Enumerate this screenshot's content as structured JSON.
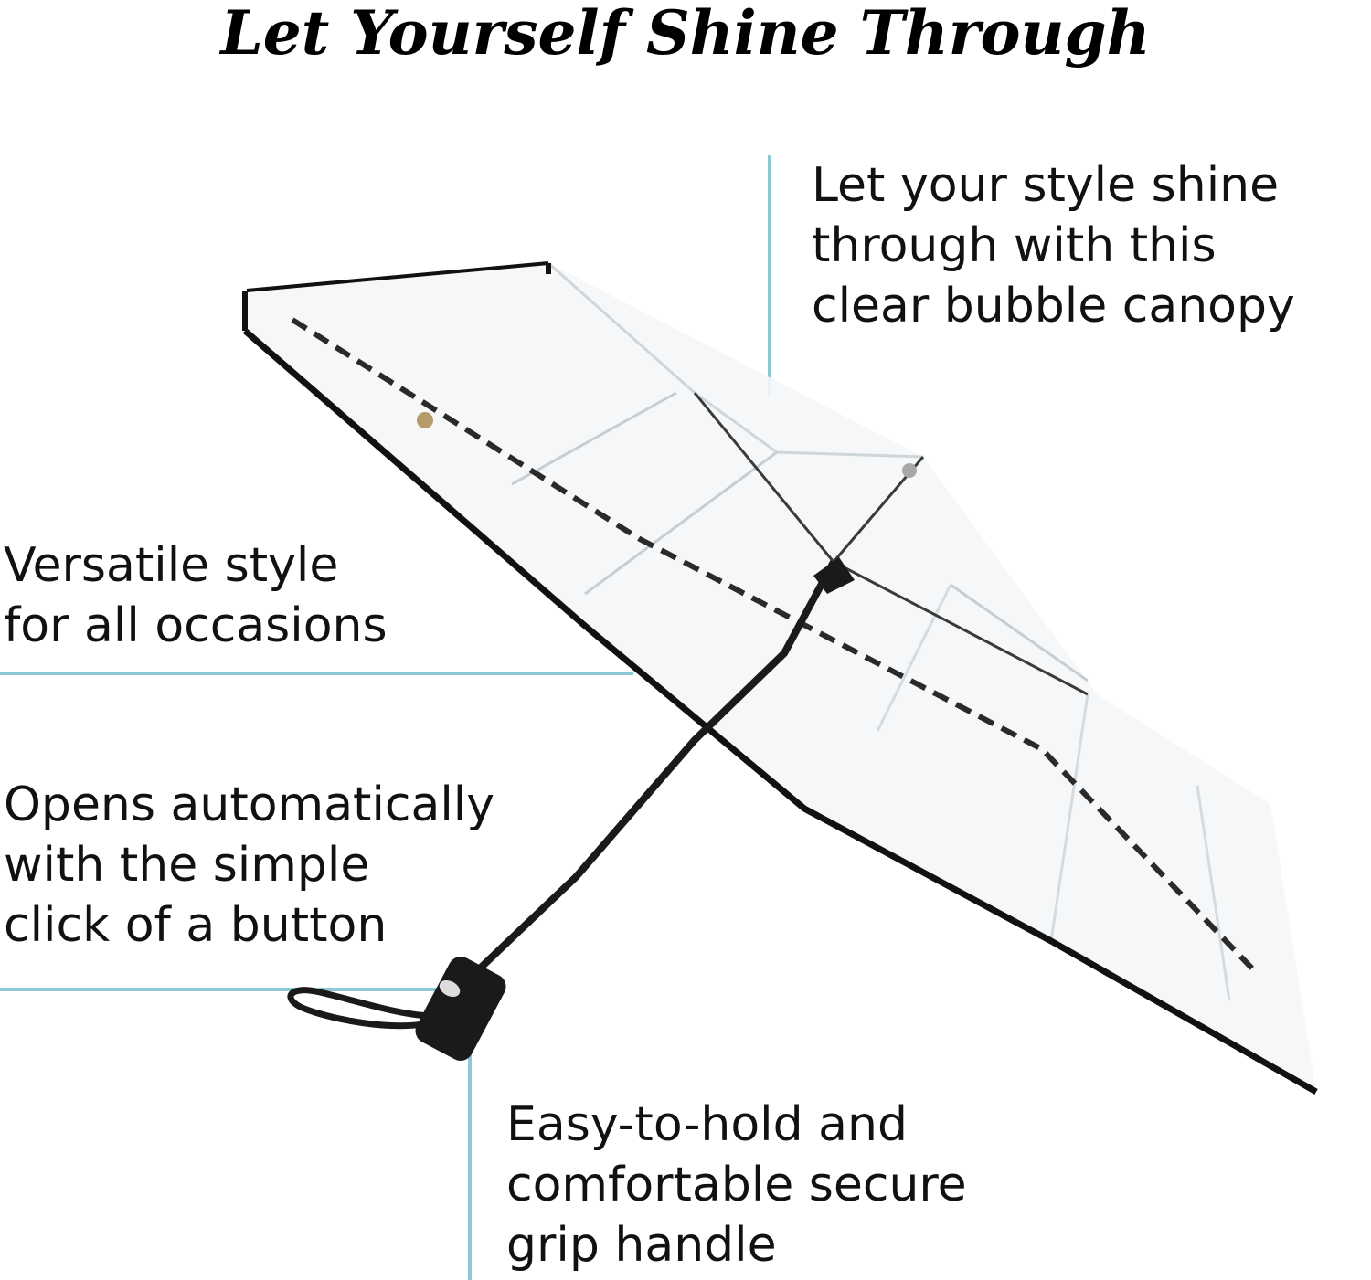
{
  "headline": "Let Yourself Shine Through",
  "callouts": {
    "canopy": [
      "Let your style shine",
      "through with this",
      "clear bubble canopy"
    ],
    "versatile": [
      "Versatile style",
      "for all occasions"
    ],
    "auto_open": [
      "Opens automatically",
      "with the simple",
      "click of a button"
    ],
    "grip": [
      "Easy-to-hold and",
      "comfortable secure",
      "grip handle"
    ]
  },
  "colors": {
    "leader_line": "#8cc9d3",
    "canopy_edge": "#111111",
    "canopy_fill": "#f4f6f7",
    "handle": "#1a1a1a"
  }
}
